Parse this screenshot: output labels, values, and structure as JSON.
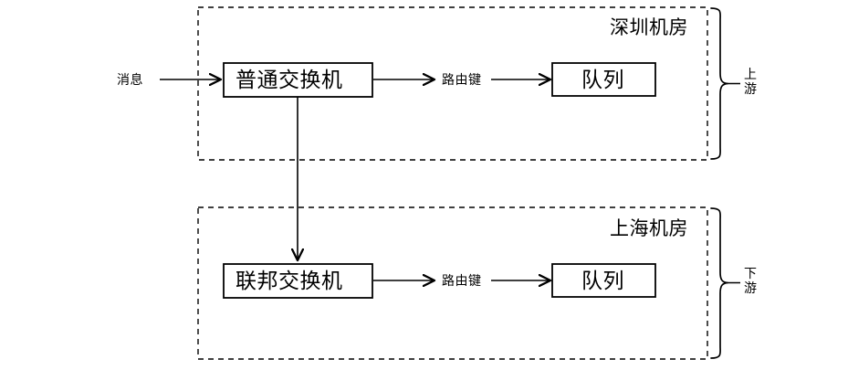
{
  "diagram": {
    "title_text_present": false,
    "background": "#ffffff",
    "stroke_color": "#000000",
    "zones": [
      {
        "id": "upstream-zone",
        "label": "深圳机房",
        "brace_label": "上游",
        "border_style": "dashed"
      },
      {
        "id": "downstream-zone",
        "label": "上海机房",
        "brace_label": "下游",
        "border_style": "dashed"
      }
    ],
    "nodes": {
      "message_source": "消息",
      "normal_exchange": "普通交换机",
      "federated_exchange": "联邦交换机",
      "routing_key_top": "路由键",
      "routing_key_bottom": "路由键",
      "queue_top": "队列",
      "queue_bottom": "队列"
    },
    "edges": [
      {
        "from": "消息",
        "to": "普通交换机",
        "label": ""
      },
      {
        "from": "普通交换机",
        "to": "路由键",
        "label": ""
      },
      {
        "from": "路由键",
        "to": "队列",
        "label": ""
      },
      {
        "from": "普通交换机",
        "to": "联邦交换机",
        "label": ""
      },
      {
        "from": "联邦交换机",
        "to": "路由键",
        "label": ""
      },
      {
        "from": "路由键",
        "to": "队列",
        "label": ""
      }
    ]
  }
}
